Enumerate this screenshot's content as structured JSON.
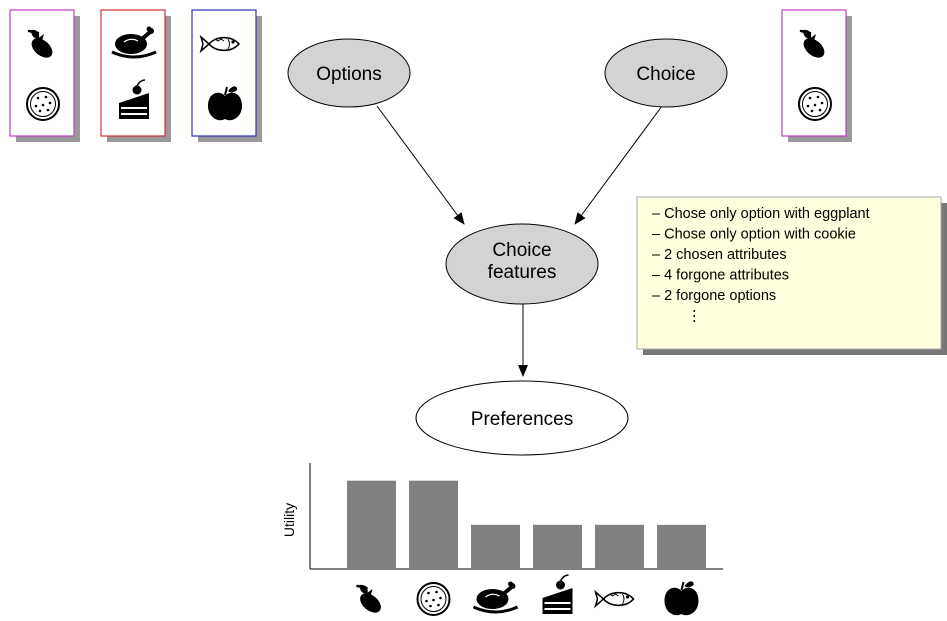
{
  "nodes": {
    "options": "Options",
    "choice": "Choice",
    "choice_features": [
      "Choice",
      "features"
    ],
    "preferences": "Preferences"
  },
  "cards": {
    "options": [
      {
        "border_color": "#c040c0",
        "items": [
          "eggplant-icon",
          "cookie-icon"
        ]
      },
      {
        "border_color": "#d03030",
        "items": [
          "turkey-icon",
          "cake-icon"
        ]
      },
      {
        "border_color": "#3030c0",
        "items": [
          "fish-icon",
          "apple-icon"
        ]
      }
    ],
    "choice": {
      "border_color": "#c040c0",
      "items": [
        "eggplant-icon",
        "cookie-icon"
      ]
    }
  },
  "features_note": {
    "background": "#ffffdd",
    "lines": [
      "– Chose only option with eggplant",
      "– Chose only option with cookie",
      "– 2 chosen attributes",
      "– 4 forgone attributes",
      "– 2 forgone options",
      "⋮"
    ]
  },
  "chart_data": {
    "type": "bar",
    "ylabel": "Utility",
    "categories": [
      "eggplant-icon",
      "cookie-icon",
      "turkey-icon",
      "cake-icon",
      "fish-icon",
      "apple-icon"
    ],
    "values": [
      2,
      2,
      1,
      1,
      1,
      1
    ],
    "ylim": [
      0,
      2.4
    ],
    "bar_color": "#808080"
  }
}
